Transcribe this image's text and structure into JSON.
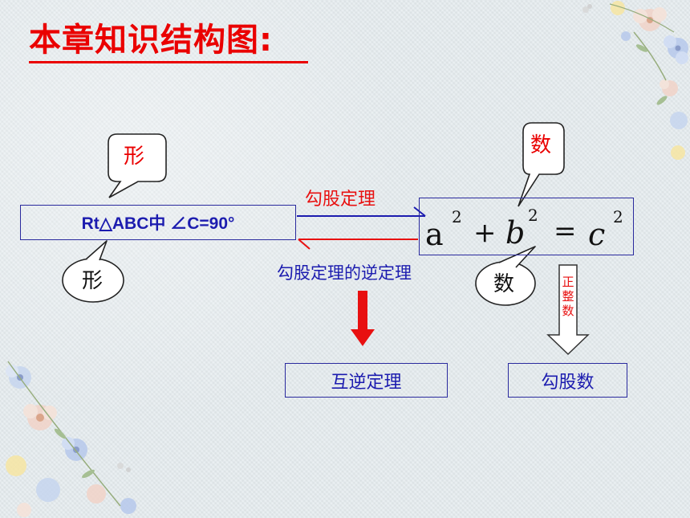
{
  "title": "本章知识结构图:",
  "left_box": {
    "text": "Rt△ABC中  ∠C=90°"
  },
  "bubbles": {
    "top_left": "形",
    "bottom_left": "形",
    "top_right": "数",
    "bottom_right": "数"
  },
  "arrows": {
    "forward_label": "勾股定理",
    "reverse_label": "勾股定理的逆定理",
    "down_right_label": [
      "正",
      "整",
      "数"
    ]
  },
  "equation": {
    "a": "a",
    "b": "b",
    "c": "c",
    "exp": "2",
    "plus": "+",
    "equals": "="
  },
  "boxes": {
    "inverse_theorem": "互逆定理",
    "pythagorean_numbers": "勾股数"
  },
  "colors": {
    "title": "#ea0000",
    "box_border": "#2a2a9e",
    "blue_text": "#1c1caf",
    "red_arrow": "#e81010"
  }
}
